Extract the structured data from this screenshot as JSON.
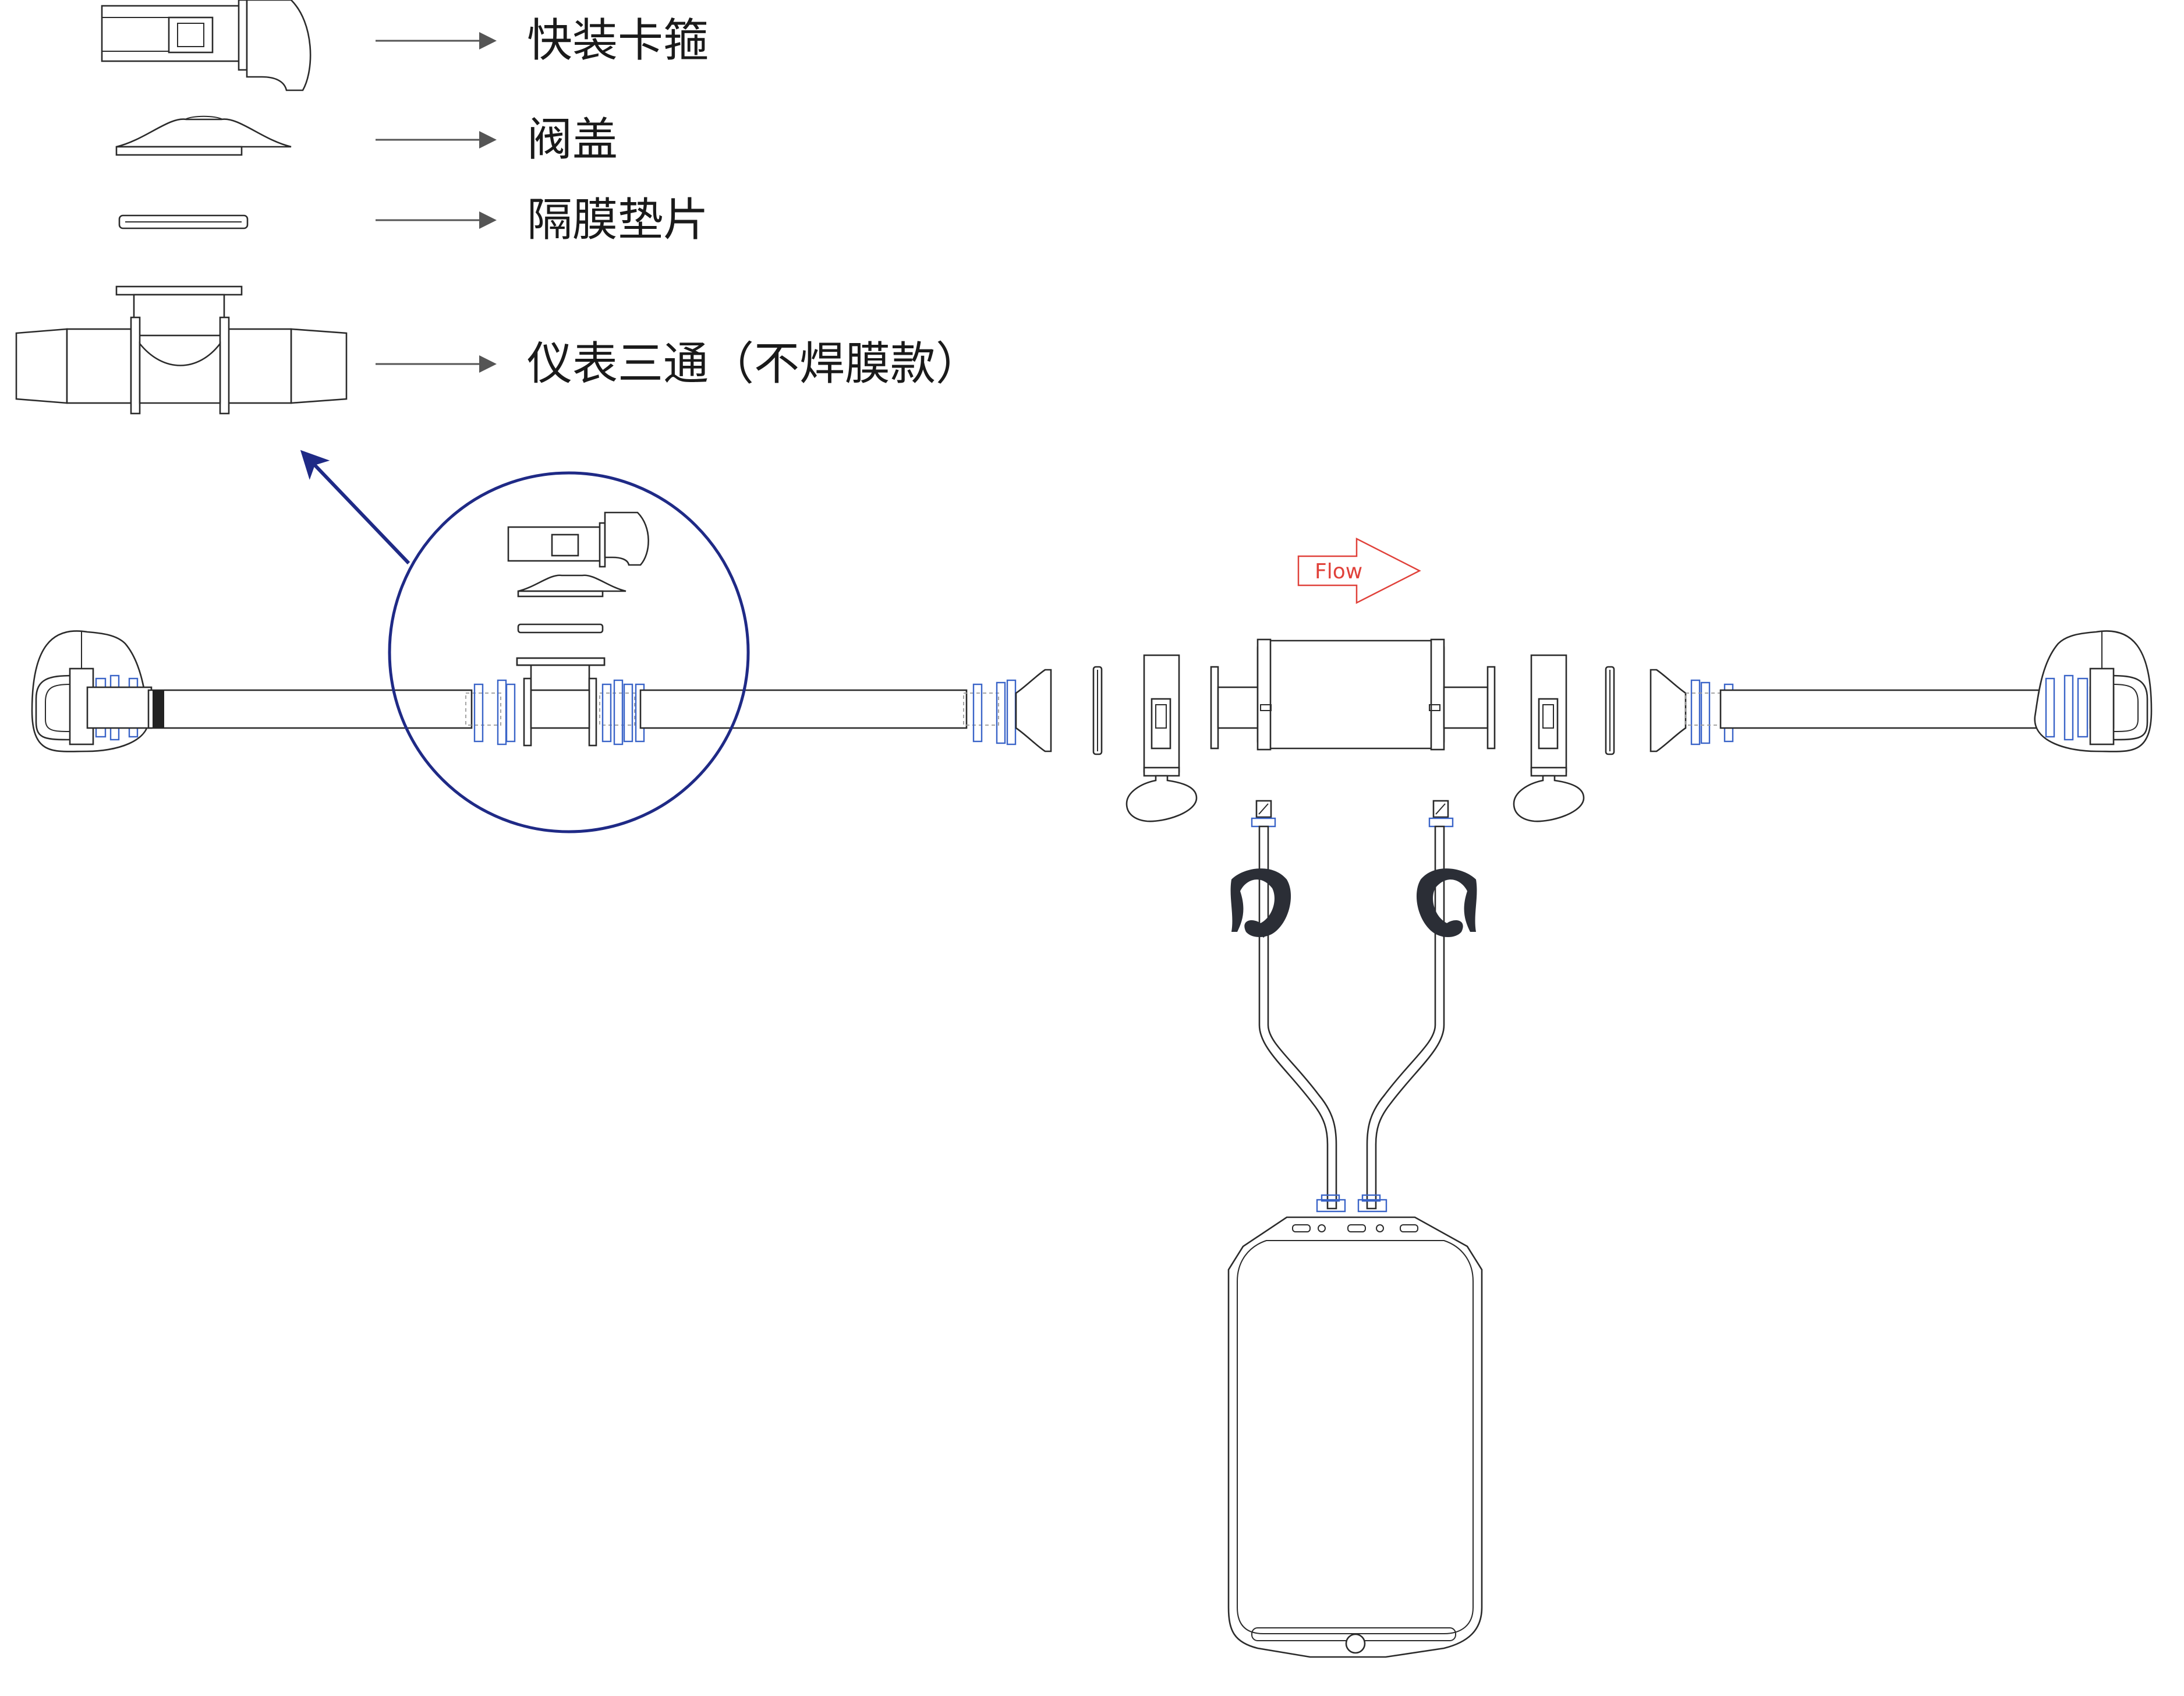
{
  "labels": {
    "clamp": "快装卡箍",
    "valve_cap": "阀盖",
    "diaphragm_gasket": "隔膜垫片",
    "tee": "仪表三通（不焊膜款）"
  },
  "flow": {
    "text": "Flow"
  },
  "colors": {
    "line": "#2b2b2b",
    "callout": "#1f2a86",
    "flow": "#e0413a",
    "fitting_blue": "#3a64c8",
    "label_arrow": "#555555"
  },
  "icons": {
    "label_arrow": "arrow-right-icon",
    "callout_arrow": "arrow-up-left-icon",
    "flow_arrow": "flow-arrow-icon"
  }
}
